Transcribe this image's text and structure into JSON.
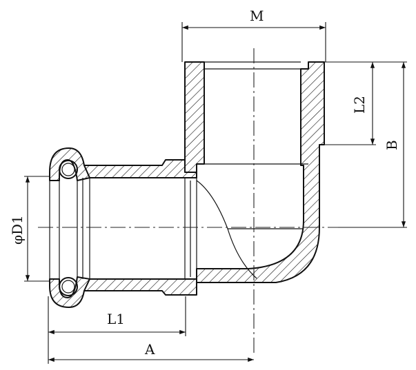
{
  "dimensions": {
    "m": "M",
    "b": "B",
    "l2": "L2",
    "d1": "φD1",
    "l1": "L1",
    "a": "A"
  }
}
